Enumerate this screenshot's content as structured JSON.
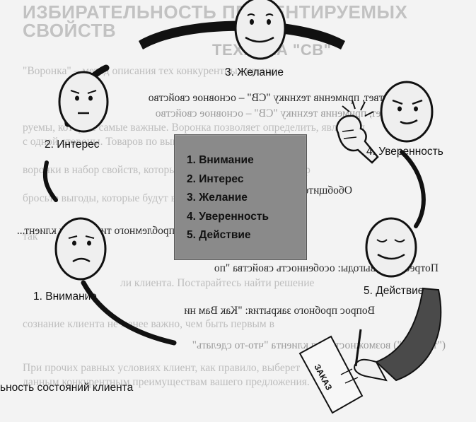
{
  "background_text": {
    "heading_line1": "ИЗБИРАТЕЛЬНОСТЬ ПРЕЗЕНТИРУЕМЫХ",
    "heading_line2": "СВОЙСТВ",
    "subheading": "ТЕХНИКА \"СВ\"",
    "mirrored_lines": [
      "Вопрос проблемного типа: \"Ваш клиент...",
      "Вопрос пробного закрытия: \"Как Вам ни",
      "Потребителя выгоды: особенность свойства \"по",
      "Обобщите полученную информацию",
      "ответ, применив технику \"СВ\" – основное свойство",
      "(\"тоже-то\") возможность для клиента \"что-то сделать\""
    ],
    "body_lines": [
      "\"Воронка\" – метод описания тех конкурентных преим",
      "руемы, которые самые важные. Воронка позволяет определить, являются",
      "с одной стороны. Товаров по выгодности для клиента",
      "воронки в набор свойств, которые следует презентовать в пер",
      "бросьте выгоды, которые будут важными для клиента,",
      "так",
      "ли клиента. Постарайтесь найти решение",
      "сознание клиента не менее важно, чем быть первым в",
      "При прочих равных условиях клиент, как правило, выберет",
      "данным конкурентным преимуществам вашего предложения."
    ]
  },
  "diagram": {
    "stages": [
      {
        "label": "1. Внимание",
        "face": "frowning-face"
      },
      {
        "label": "2. Интерес",
        "face": "curious-face"
      },
      {
        "label": "3. Желание",
        "face": "smiling-face"
      },
      {
        "label": "4. Уверенность",
        "face": "determined-face"
      },
      {
        "label": "5. Действие",
        "face": "content-face"
      }
    ],
    "center_list": [
      "1. Внимание",
      "2. Интерес",
      "3. Желание",
      "4. Уверенность",
      "5. Действие"
    ],
    "order_form_text": "ЗАКАЗ",
    "caption": "ьность состояний клиента"
  },
  "colors": {
    "paper": "#f3f3f3",
    "center_box": "#8a8a8a",
    "face_fill": "#efefef",
    "sleeve": "#4a4a4a"
  }
}
